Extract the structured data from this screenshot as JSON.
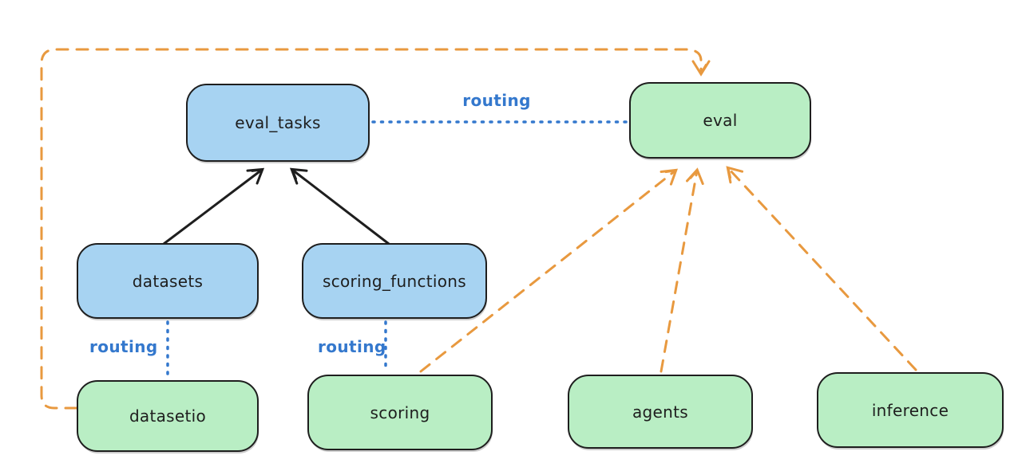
{
  "diagram": {
    "nodes": {
      "eval_tasks": {
        "label": "eval_tasks",
        "fill": "#a7d3f2"
      },
      "eval": {
        "label": "eval",
        "fill": "#b9eec4"
      },
      "datasets": {
        "label": "datasets",
        "fill": "#a7d3f2"
      },
      "scoring_functions": {
        "label": "scoring_functions",
        "fill": "#a7d3f2"
      },
      "datasetio": {
        "label": "datasetio",
        "fill": "#b9eec4"
      },
      "scoring": {
        "label": "scoring",
        "fill": "#b9eec4"
      },
      "agents": {
        "label": "agents",
        "fill": "#b9eec4"
      },
      "inference": {
        "label": "inference",
        "fill": "#b9eec4"
      }
    },
    "edges": {
      "datasets_to_eval_tasks": {
        "from": "datasets",
        "to": "eval_tasks",
        "style": "solid-black-arrow",
        "label": ""
      },
      "scoring_functions_to_eval_tasks": {
        "from": "scoring_functions",
        "to": "eval_tasks",
        "style": "solid-black-arrow",
        "label": ""
      },
      "eval_tasks_to_eval": {
        "from": "eval_tasks",
        "to": "eval",
        "style": "dotted-blue",
        "label": "routing"
      },
      "datasets_to_datasetio": {
        "from": "datasets",
        "to": "datasetio",
        "style": "dotted-blue",
        "label": "routing"
      },
      "scoring_functions_to_scoring": {
        "from": "scoring_functions",
        "to": "scoring",
        "style": "dotted-blue",
        "label": "routing"
      },
      "datasetio_to_eval": {
        "from": "datasetio",
        "to": "eval",
        "style": "dashed-orange-arrow",
        "label": ""
      },
      "scoring_to_eval": {
        "from": "scoring",
        "to": "eval",
        "style": "dashed-orange-arrow",
        "label": ""
      },
      "agents_to_eval": {
        "from": "agents",
        "to": "eval",
        "style": "dashed-orange-arrow",
        "label": ""
      },
      "inference_to_eval": {
        "from": "inference",
        "to": "eval",
        "style": "dashed-orange-arrow",
        "label": ""
      }
    },
    "colors": {
      "node_blue_fill": "#a7d3f2",
      "node_green_fill": "#b9eec4",
      "node_border": "#1e1e1e",
      "routing_blue": "#3478cd",
      "provider_orange": "#e8993f",
      "solid_arrow_black": "#1e1e1e",
      "background": "#ffffff"
    }
  }
}
